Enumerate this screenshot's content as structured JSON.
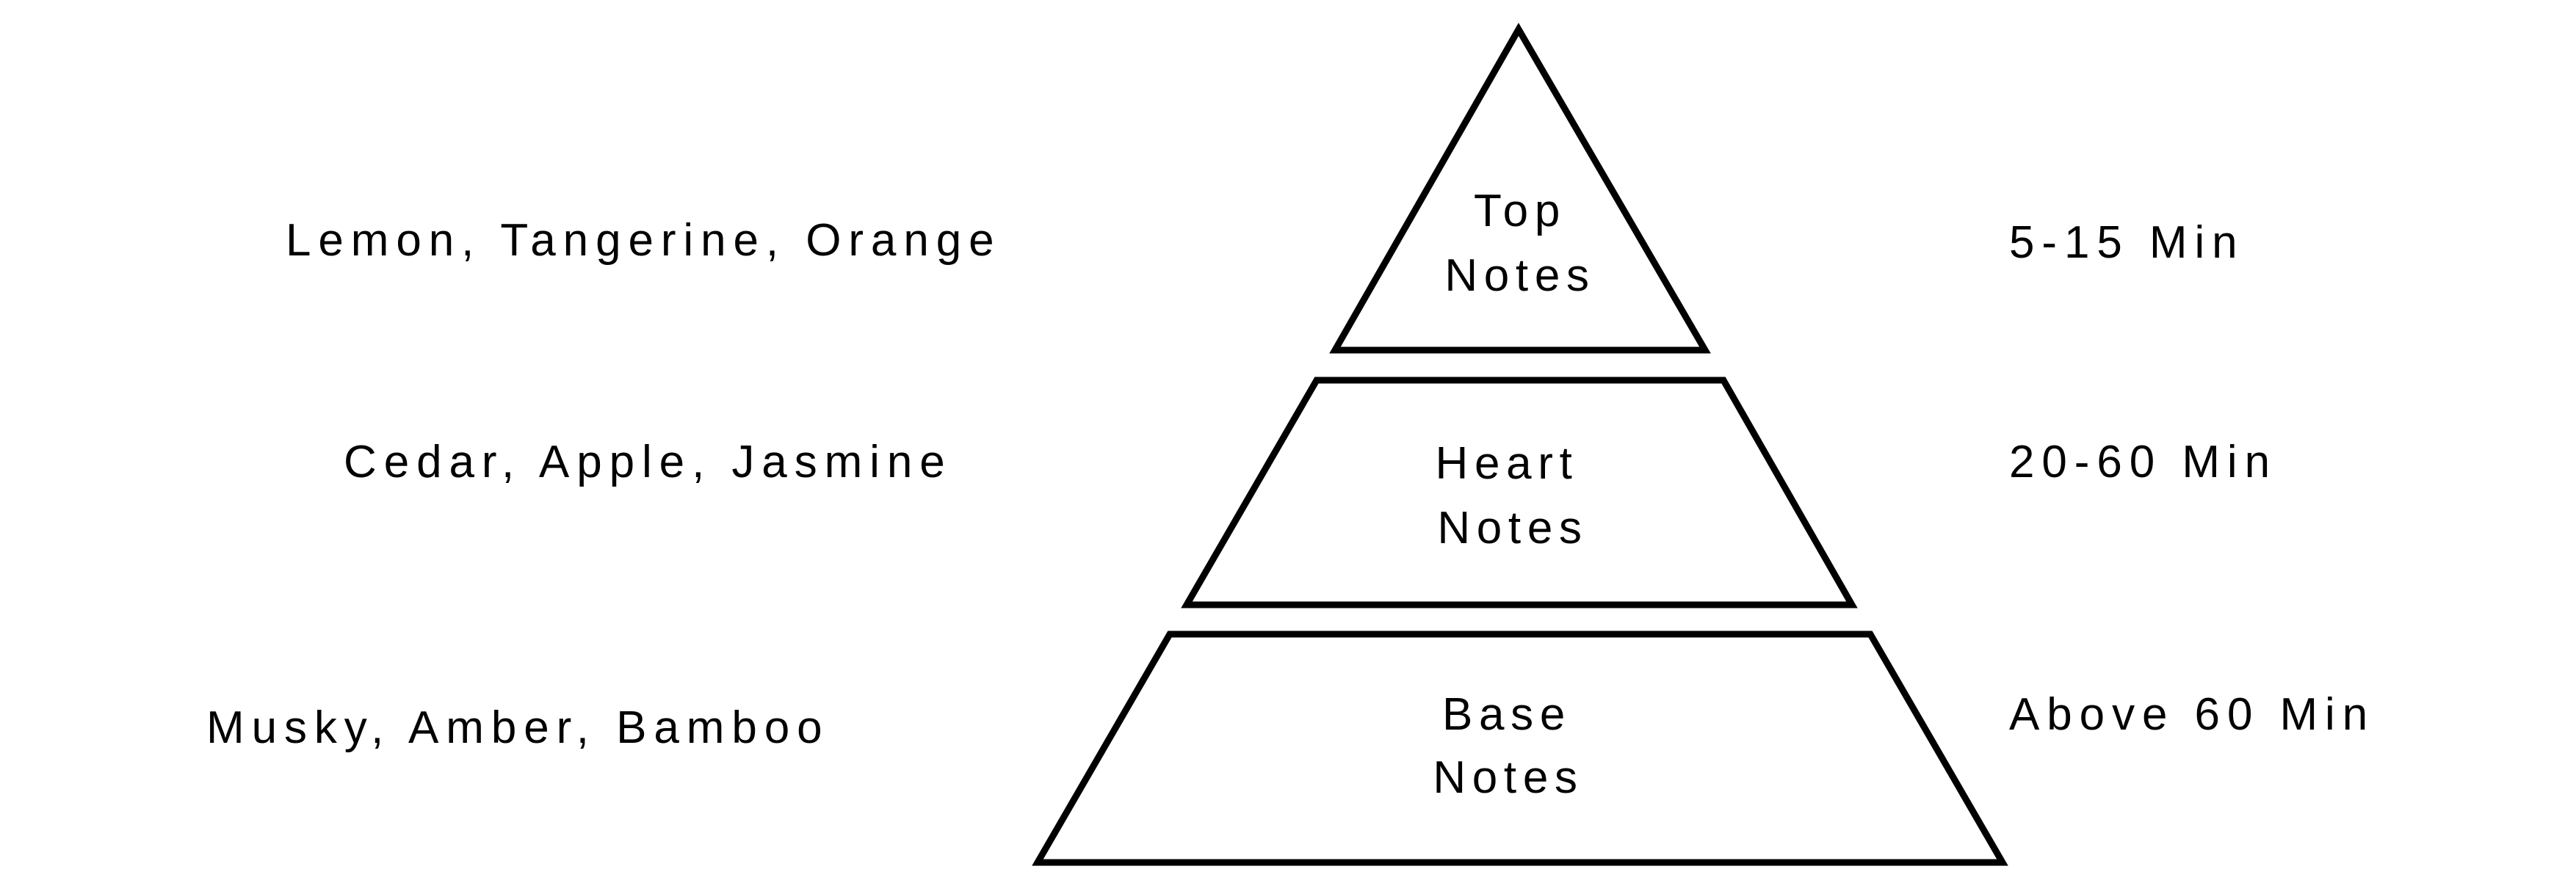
{
  "tiers": [
    {
      "name_line1": "Top",
      "name_line2": "Notes",
      "ingredients": "Lemon, Tangerine, Orange",
      "duration": "5-15 Min"
    },
    {
      "name_line1": "Heart",
      "name_line2": "Notes",
      "ingredients": "Cedar, Apple, Jasmine",
      "duration": "20-60 Min"
    },
    {
      "name_line1": "Base",
      "name_line2": "Notes",
      "ingredients": "Musky, Amber, Bamboo",
      "duration": "Above 60 Min"
    }
  ],
  "colors": {
    "stroke": "#000000",
    "background": "#ffffff"
  }
}
